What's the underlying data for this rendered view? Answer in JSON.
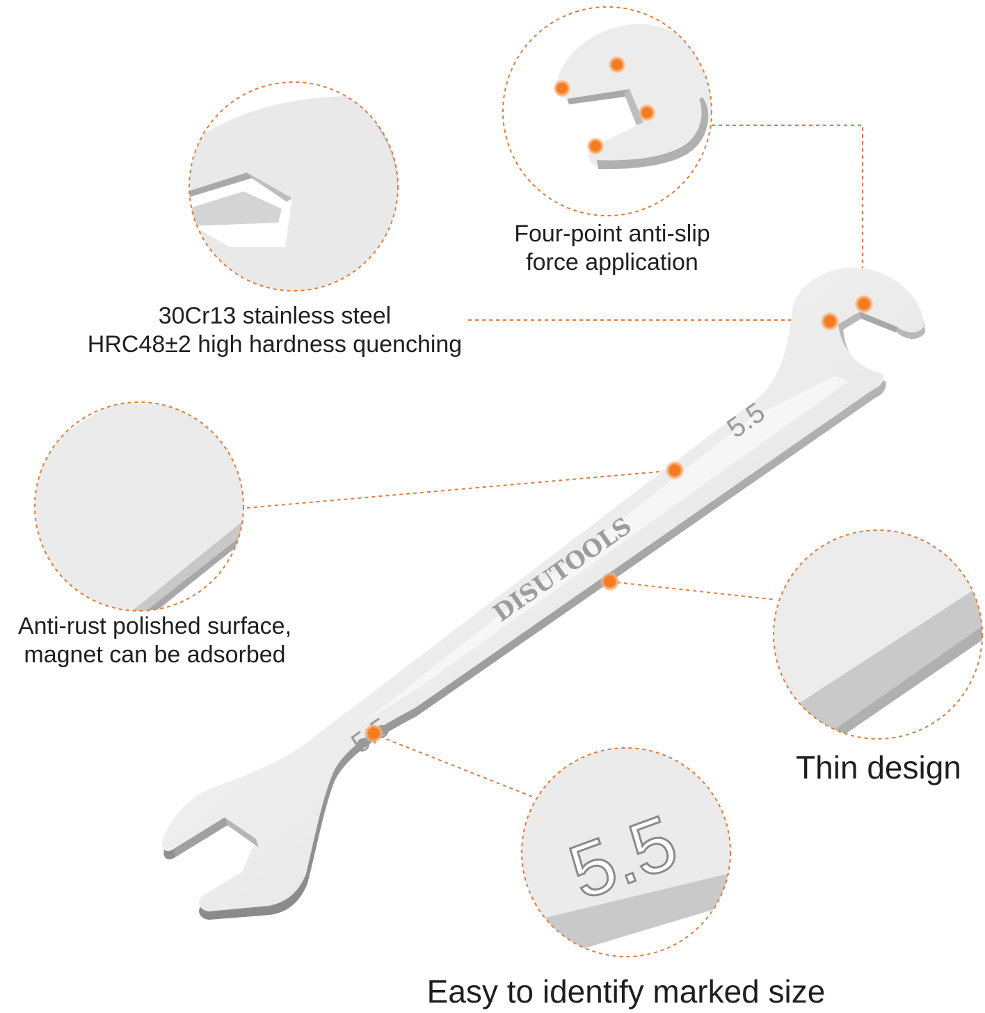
{
  "product": {
    "brand_mark": "DISUTOOLS",
    "size_marking_top": "5.5",
    "size_marking_bottom": "5.5",
    "zoom_size_marking": "5.5"
  },
  "callouts": {
    "four_point": {
      "line1": "Four-point anti-slip",
      "line2": "force application"
    },
    "steel": {
      "line1": "30Cr13 stainless steel",
      "line2": "HRC48±2 high hardness quenching"
    },
    "anti_rust": {
      "line1": "Anti-rust polished surface,",
      "line2": "magnet can be adsorbed"
    },
    "thin": {
      "line1": "Thin design"
    },
    "marked_size": {
      "line1": "Easy to identify marked size"
    }
  },
  "colors": {
    "accent": "#f47b20",
    "dash": "#e07b39",
    "steel_light": "#f2f2f2",
    "steel_mid": "#cfcfcf",
    "steel_dark": "#8e8e8e"
  }
}
